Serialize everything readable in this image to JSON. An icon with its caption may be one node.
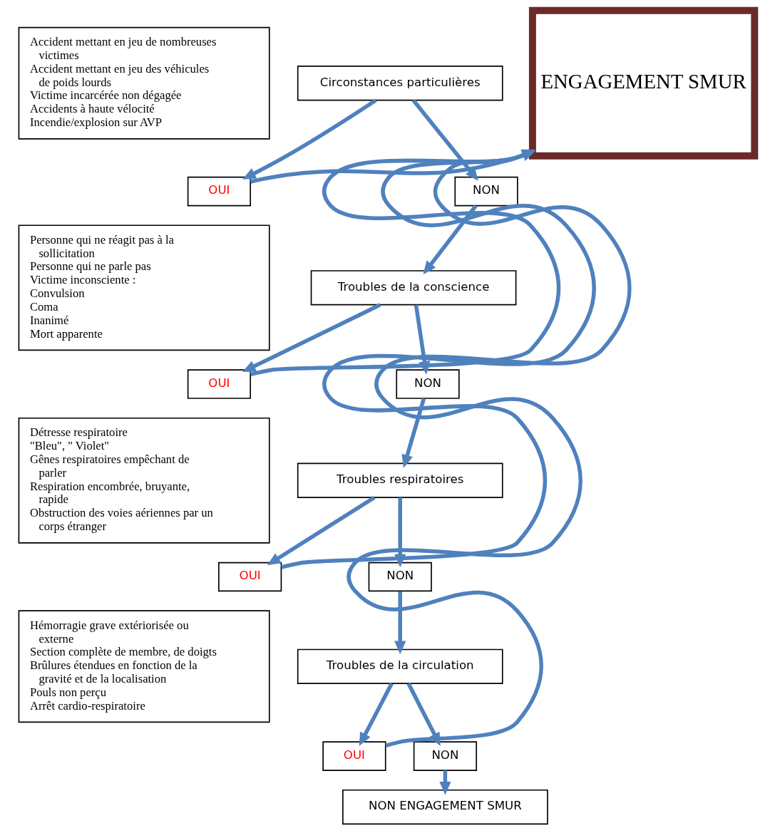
{
  "diagram": {
    "nodes": [
      {
        "text": [
          "Accident mettant en jeu de nombreuses victimes",
          "Accident mettant en jeu des véhicules de poids lourds",
          "Victime incarcérée non dégagée",
          "Accidents à haute vélocité",
          "Incendie/explosion sur AVP"
        ]
      },
      {
        "text": [
          "Circonstances particulières"
        ]
      },
      {
        "text": [
          "NON"
        ]
      },
      {
        "text": [
          "OUI"
        ]
      },
      {
        "text": [
          "Personne qui ne réagit pas à la sollicitation",
          "Personne qui ne parle pas",
          "Victime inconsciente :",
          "Convulsion",
          "Coma",
          "Inanimé",
          "Mort apparente"
        ]
      },
      {
        "text": [
          "Troubles de la conscience"
        ]
      },
      {
        "text": [
          "NON"
        ]
      },
      {
        "text": [
          "OUI"
        ]
      },
      {
        "text": [
          "Détresse respiratoire",
          "\"Bleu\", \" Violet\"",
          "Gênes respiratoires empêchant de parler",
          "Respiration encombrée, bruyante, rapide",
          "Obstruction des voies aériennes par un corps étranger"
        ]
      },
      {
        "text": [
          "Troubles respiratoires"
        ]
      },
      {
        "text": [
          "NON"
        ]
      },
      {
        "text": [
          "OUI"
        ]
      },
      {
        "text": [
          "Hémorragie grave extériorisée ou externe",
          "Section complète de membre, de doigts",
          "Brûlures étendues en fonction de la gravité et de la localisation",
          "Pouls non perçu",
          "Arrêt cardio-respiratoire"
        ]
      },
      {
        "text": [
          "Troubles de la circulation"
        ]
      },
      {
        "text": [
          "NON"
        ]
      },
      {
        "text": [
          "OUI"
        ]
      },
      {
        "text": [
          "NON ENGAGEMENT SMUR"
        ]
      },
      {
        "text": [
          "ENGAGEMENT SMUR"
        ]
      }
    ],
    "edges": [
      {
        "from": 1,
        "to": 2,
        "arrow": "to"
      },
      {
        "from": 1,
        "to": 3,
        "arrow": "to"
      },
      {
        "from": 3,
        "to": 17,
        "arrow": "to"
      },
      {
        "from": 2,
        "to": 5,
        "arrow": "to"
      },
      {
        "from": 5,
        "to": 6,
        "arrow": "to"
      },
      {
        "from": 5,
        "to": 7,
        "arrow": "to"
      },
      {
        "from": 7,
        "to": 17,
        "arrow": "to"
      },
      {
        "from": 6,
        "to": 9,
        "arrow": "to"
      },
      {
        "from": 9,
        "to": 10,
        "arrow": "to"
      },
      {
        "from": 9,
        "to": 11,
        "arrow": "to"
      },
      {
        "from": 11,
        "to": 17,
        "arrow": "to"
      },
      {
        "from": 10,
        "to": 13,
        "arrow": "to"
      },
      {
        "from": 13,
        "to": 14,
        "arrow": "to"
      },
      {
        "from": 13,
        "to": 15,
        "arrow": "to"
      },
      {
        "from": 15,
        "to": 17,
        "arrow": "to"
      },
      {
        "from": 14,
        "to": 16,
        "arrow": "to"
      }
    ]
  }
}
